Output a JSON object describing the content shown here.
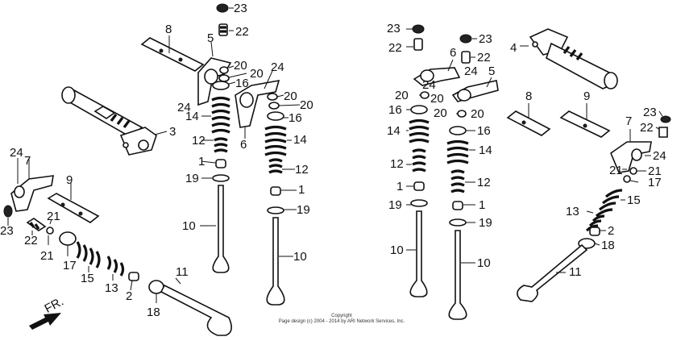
{
  "labels": {
    "p1": "1",
    "p2": "2",
    "p3": "3",
    "p4": "4",
    "p5": "5",
    "p6": "6",
    "p7": "7",
    "p8": "8",
    "p9": "9",
    "p10": "10",
    "p11": "11",
    "p12": "12",
    "p13": "13",
    "p14": "14",
    "p15": "15",
    "p16": "16",
    "p17": "17",
    "p18": "18",
    "p19": "19",
    "p20": "20",
    "p21": "21",
    "p22": "22",
    "p23": "23",
    "p24": "24"
  },
  "front_marker": "FR.",
  "copyright": {
    "line1": "Copyright",
    "line2": "Page design (c) 2004 - 2014 by ARI Network Services, Inc."
  }
}
